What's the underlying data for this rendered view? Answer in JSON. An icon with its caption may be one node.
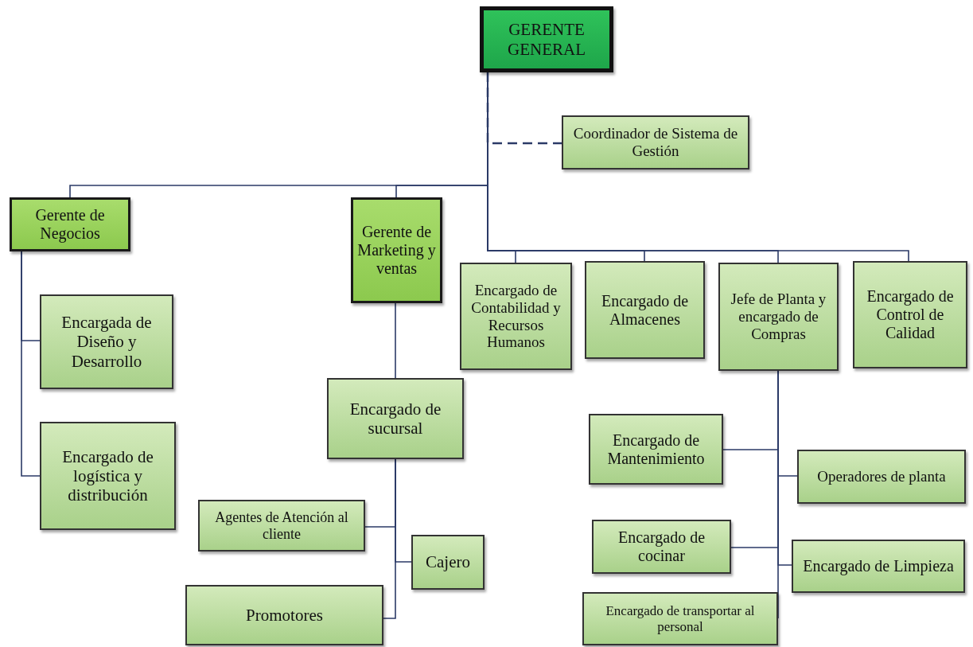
{
  "diagram": {
    "nodes": [
      {
        "text": [
          "GERENTE GENERAL"
        ]
      },
      {
        "text": [
          "Coordinador de Sistema de Gestión"
        ]
      },
      {
        "text": [
          "Gerente de Negocios"
        ]
      },
      {
        "text": [
          "Gerente de Marketing y ventas"
        ]
      },
      {
        "text": [
          "Encargado de Contabilidad y Recursos Humanos"
        ]
      },
      {
        "text": [
          "Encargado de Almacenes"
        ]
      },
      {
        "text": [
          "Jefe de Planta y encargado de Compras"
        ]
      },
      {
        "text": [
          "Encargado de Control de Calidad"
        ]
      },
      {
        "text": [
          "Encargada de Diseño y Desarrollo"
        ]
      },
      {
        "text": [
          "Encargado de logística y distribución"
        ]
      },
      {
        "text": [
          "Encargado de sucursal"
        ]
      },
      {
        "text": [
          "Agentes de Atención al cliente"
        ]
      },
      {
        "text": [
          "Cajero"
        ]
      },
      {
        "text": [
          "Promotores"
        ]
      },
      {
        "text": [
          "Encargado de Mantenimiento"
        ]
      },
      {
        "text": [
          "Operadores de planta"
        ]
      },
      {
        "text": [
          "Encargado de cocinar"
        ]
      },
      {
        "text": [
          "Encargado de Limpieza"
        ]
      },
      {
        "text": [
          "Encargado de transportar al personal"
        ]
      }
    ],
    "edges": [
      {
        "from": 0,
        "to": 1,
        "arrow": "none",
        "style": "dashed"
      },
      {
        "from": 0,
        "to": 2,
        "arrow": "none"
      },
      {
        "from": 0,
        "to": 3,
        "arrow": "none"
      },
      {
        "from": 0,
        "to": 4,
        "arrow": "none"
      },
      {
        "from": 0,
        "to": 5,
        "arrow": "none"
      },
      {
        "from": 0,
        "to": 6,
        "arrow": "none"
      },
      {
        "from": 0,
        "to": 7,
        "arrow": "none"
      },
      {
        "from": 2,
        "to": 8,
        "arrow": "none"
      },
      {
        "from": 2,
        "to": 9,
        "arrow": "none"
      },
      {
        "from": 3,
        "to": 10,
        "arrow": "none"
      },
      {
        "from": 10,
        "to": 11,
        "arrow": "none"
      },
      {
        "from": 10,
        "to": 12,
        "arrow": "none"
      },
      {
        "from": 10,
        "to": 13,
        "arrow": "none"
      },
      {
        "from": 6,
        "to": 14,
        "arrow": "none"
      },
      {
        "from": 6,
        "to": 15,
        "arrow": "none"
      },
      {
        "from": 6,
        "to": 16,
        "arrow": "none"
      },
      {
        "from": 6,
        "to": 17,
        "arrow": "none"
      },
      {
        "from": 6,
        "to": 18,
        "arrow": "none"
      }
    ]
  }
}
